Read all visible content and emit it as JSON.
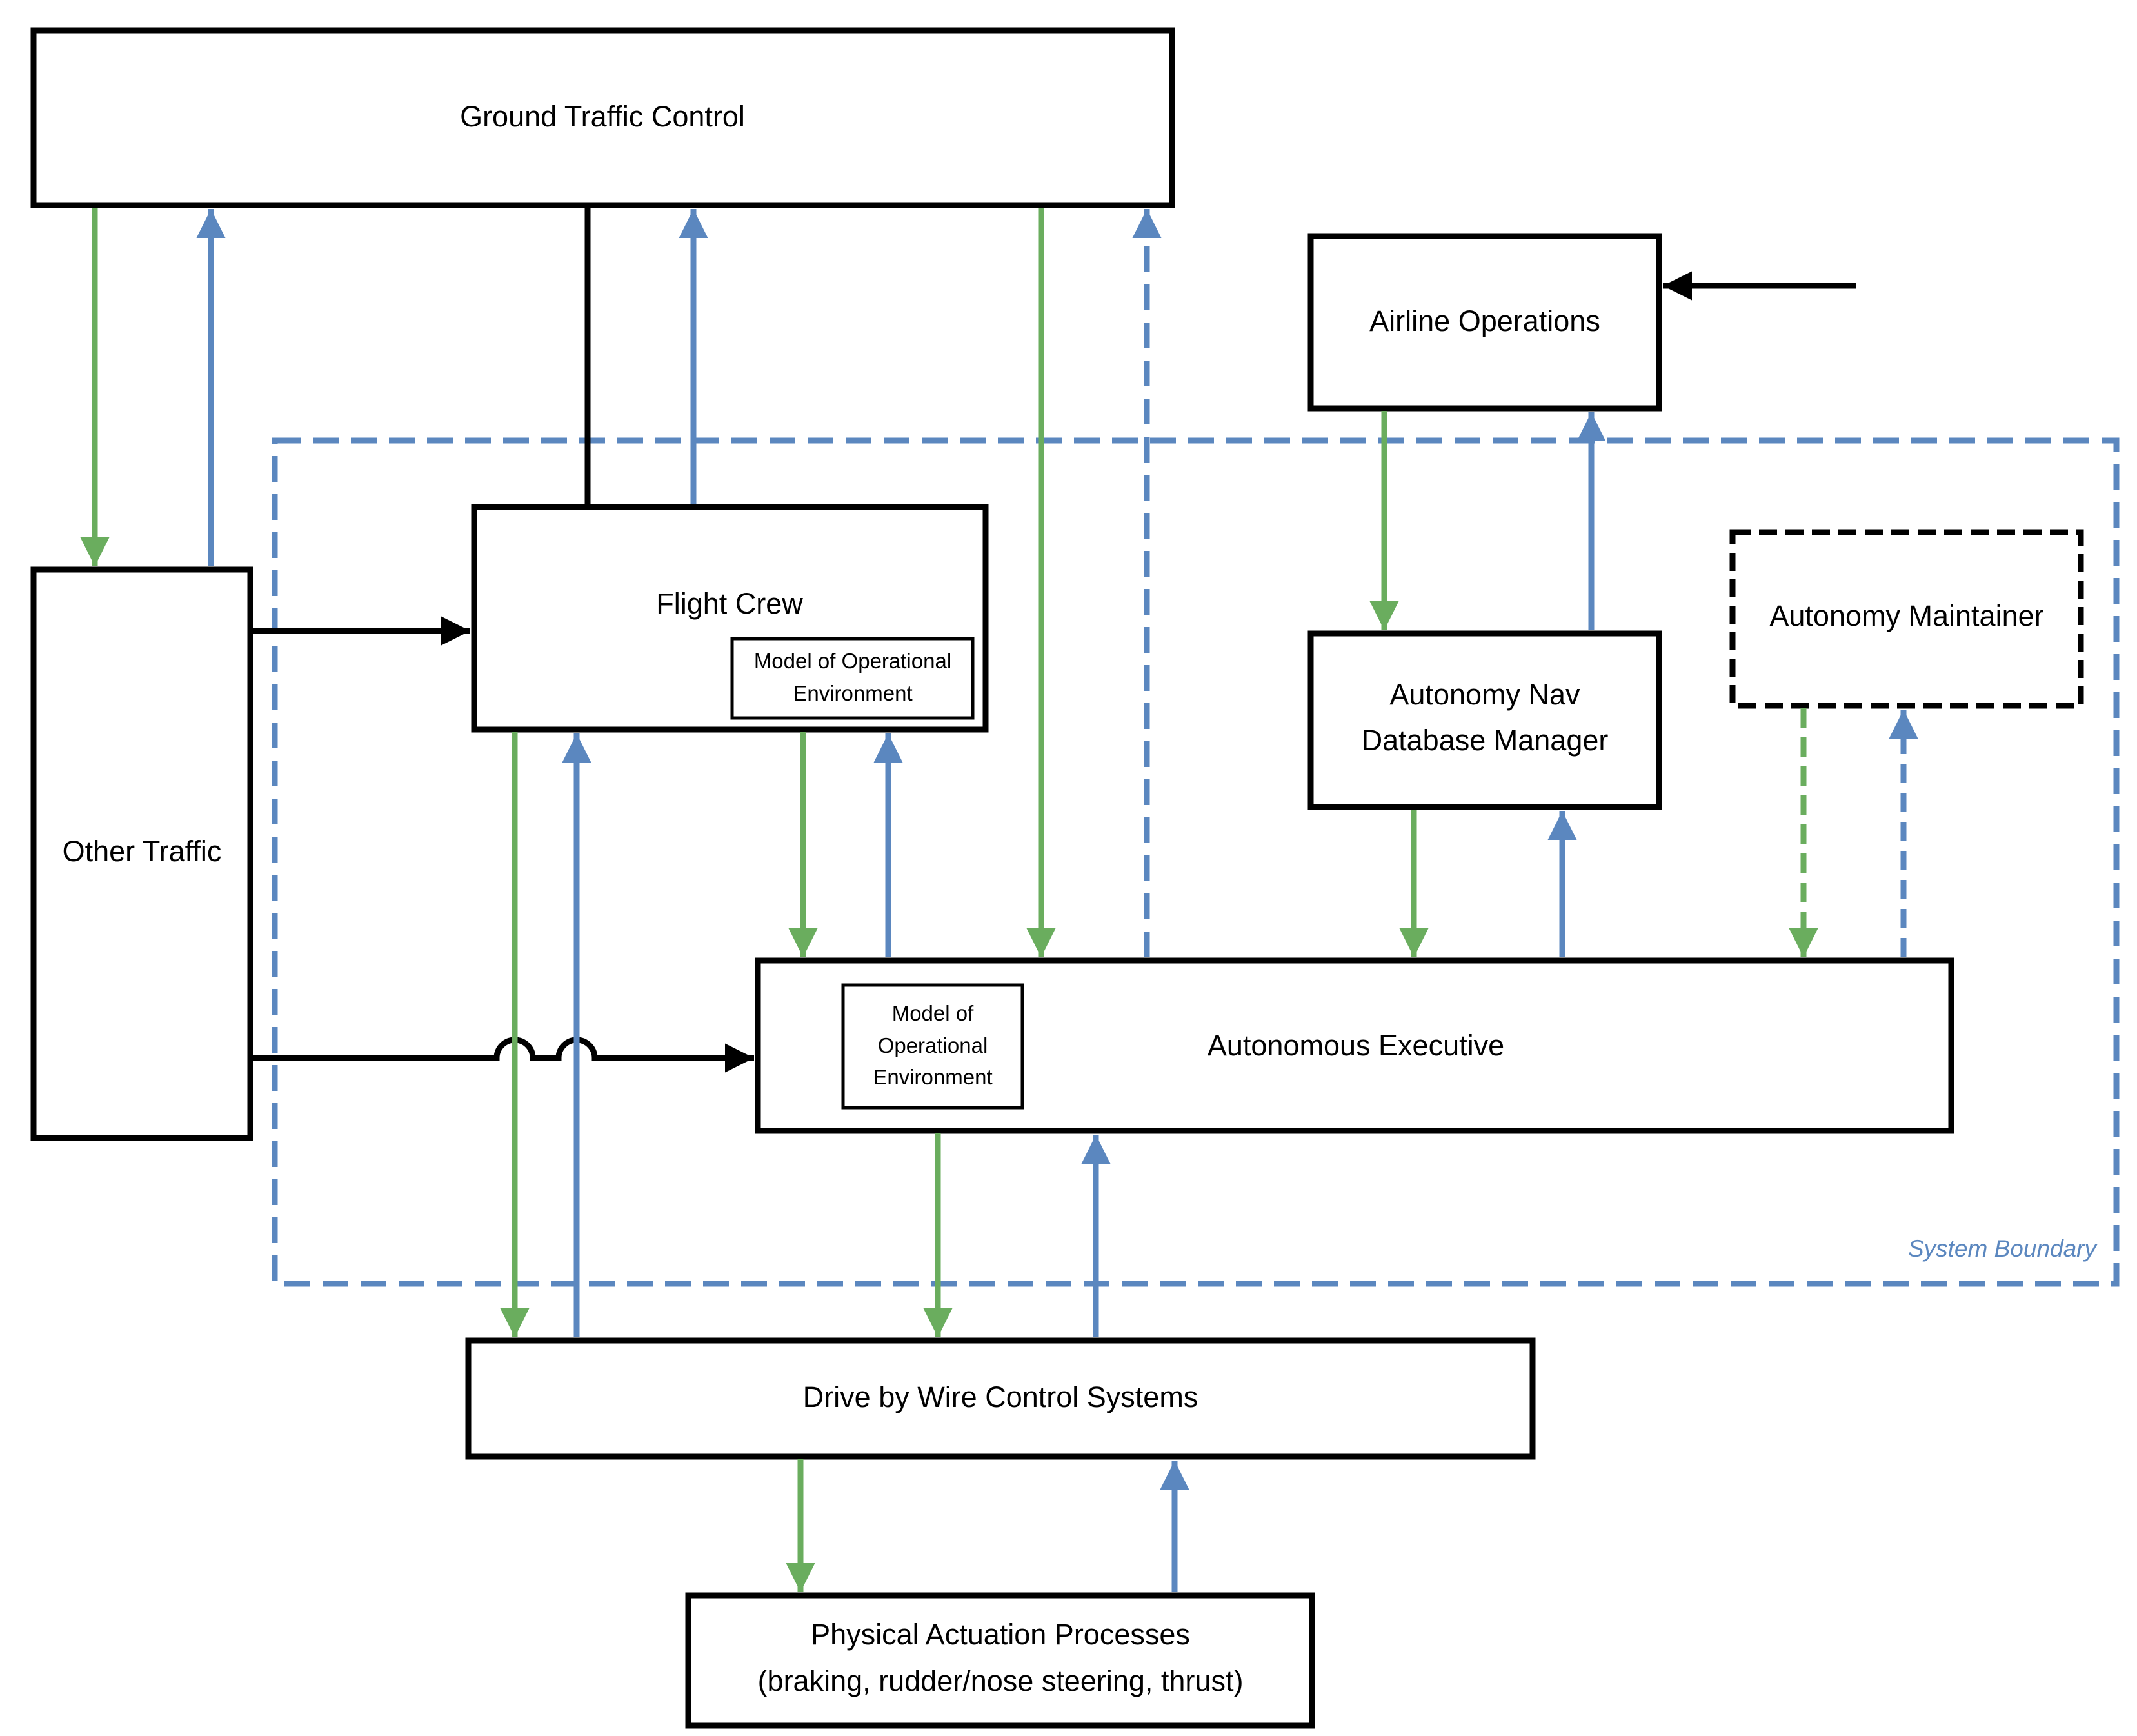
{
  "colors": {
    "green": "#6aad5e",
    "blue": "#5b87bf",
    "black": "#000000"
  },
  "boxes": {
    "ground_traffic_control": "Ground Traffic Control",
    "airline_operations": "Airline Operations",
    "other_traffic": "Other Traffic",
    "flight_crew": "Flight Crew",
    "flight_crew_model_line1": "Model of Operational",
    "flight_crew_model_line2": "Environment",
    "autonomy_nav_line1": "Autonomy Nav",
    "autonomy_nav_line2": "Database Manager",
    "autonomy_maintainer": "Autonomy Maintainer",
    "autonomous_executive": "Autonomous Executive",
    "exec_model_line1": "Model of",
    "exec_model_line2": "Operational",
    "exec_model_line3": "Environment",
    "drive_by_wire": "Drive by Wire Control Systems",
    "physical_line1": "Physical Actuation Processes",
    "physical_line2": "(braking, rudder/nose steering, thrust)"
  },
  "system_boundary_label": "System Boundary"
}
